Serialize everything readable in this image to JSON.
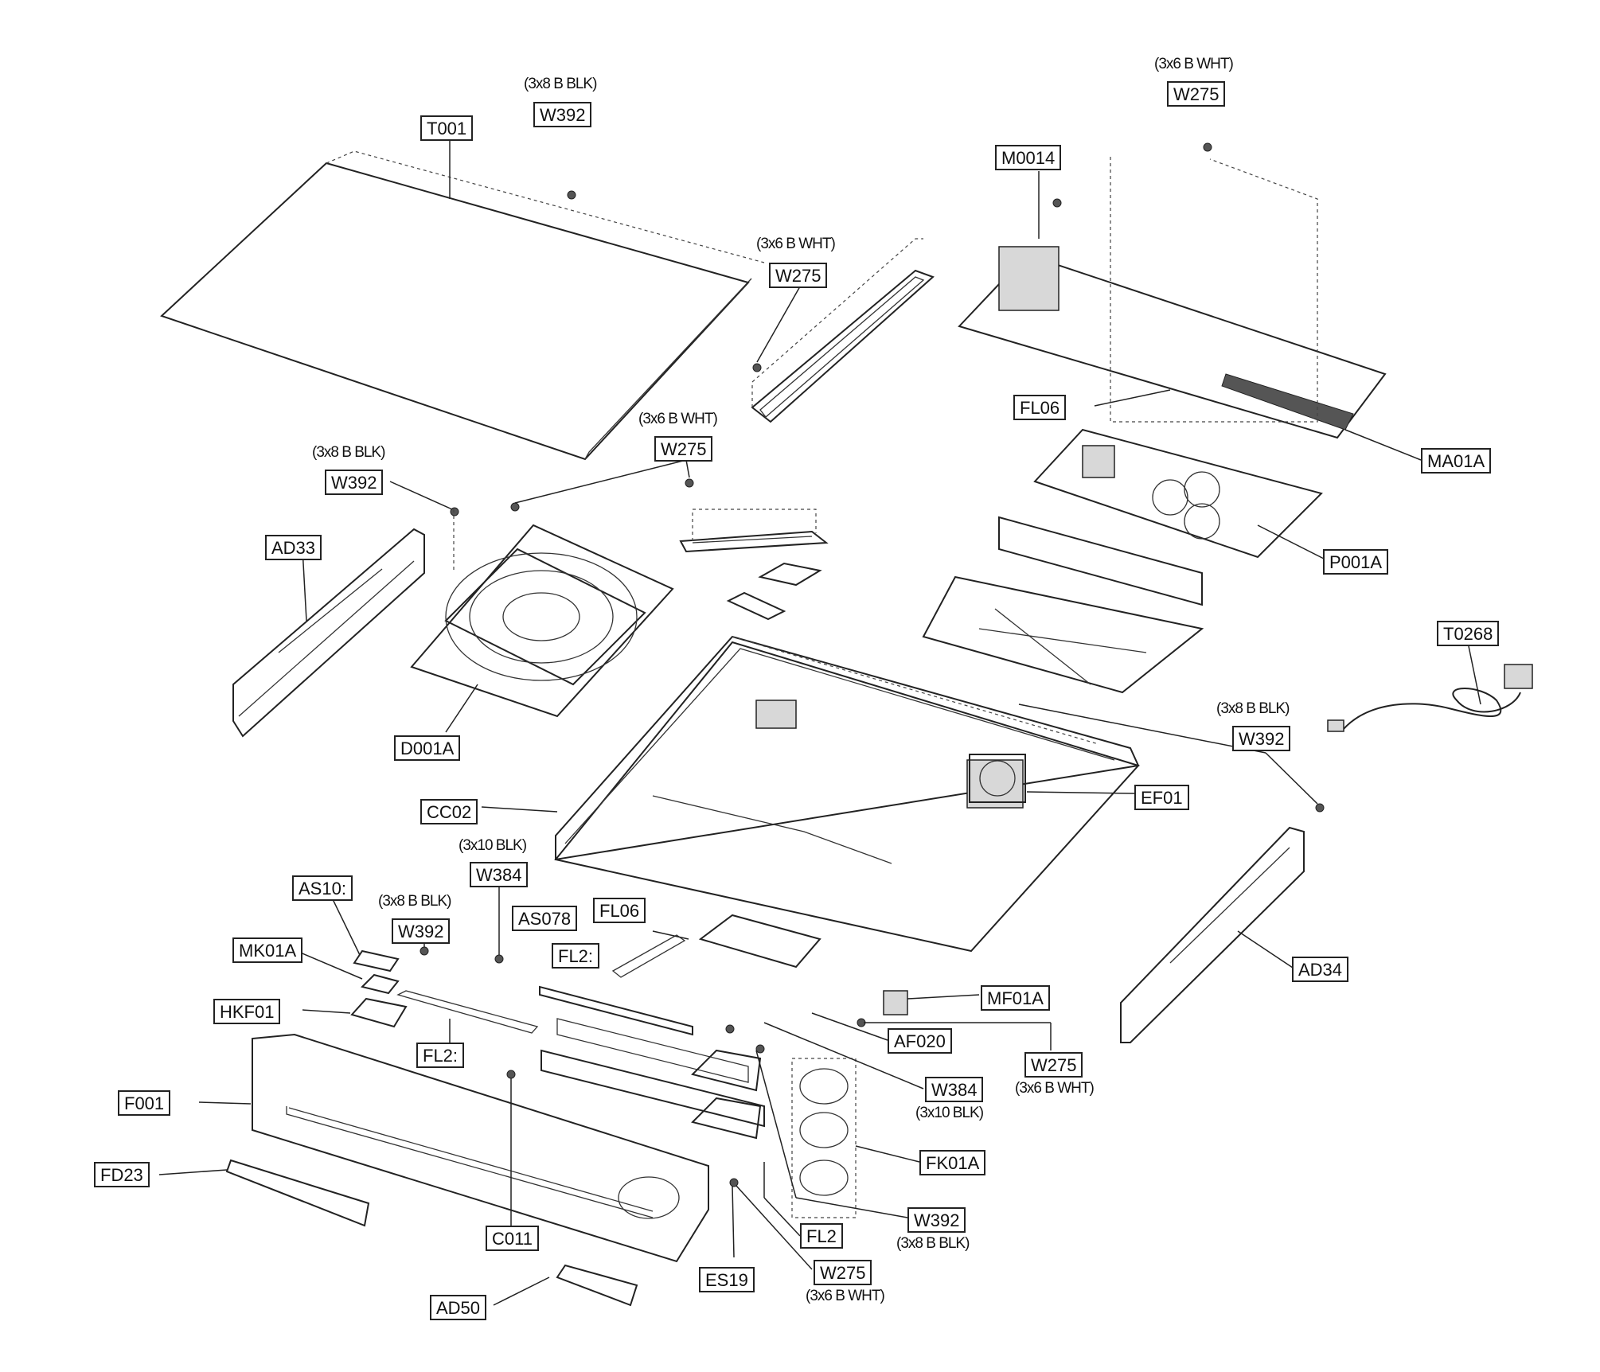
{
  "labels": {
    "T001": "T001",
    "W392_top": "W392",
    "W275_top_right": "W275",
    "M0014": "M0014",
    "W275_upper_mid": "W275",
    "FL06_right": "FL06",
    "MA01A": "MA01A",
    "W275_mid": "W275",
    "W392_left": "W392",
    "AD33": "AD33",
    "P001A": "P001A",
    "T0268": "T0268",
    "D001A": "D001A",
    "W392_right": "W392",
    "CC02": "CC02",
    "EF01": "EF01",
    "W384_top": "W384",
    "AS10": "AS10:",
    "W392_front_left": "W392",
    "AS078": "AS078",
    "FL06_front": "FL06",
    "MK01A": "MK01A",
    "FL2_upper": "FL2:",
    "HKF01": "HKF01",
    "MF01A": "MF01A",
    "AD34": "AD34",
    "AF020": "AF020",
    "FL2_mid": "FL2:",
    "W275_front_right": "W275",
    "F001": "F001",
    "W384_bottom": "W384",
    "FK01A": "FK01A",
    "FD23": "FD23",
    "W392_bottom": "W392",
    "C011": "C011",
    "FL2_bottom": "FL2",
    "W275_bottom": "W275",
    "ES19": "ES19",
    "AD50": "AD50"
  },
  "specs": {
    "W392_top": "(3x8 B BLK)",
    "W275_top_right": "(3x6 B WHT)",
    "W275_upper_mid": "(3x6 B WHT)",
    "W275_mid": "(3x6 B WHT)",
    "W392_left": "(3x8 B BLK)",
    "W392_right": "(3x8 B BLK)",
    "W384_top": "(3x10 BLK)",
    "W392_front_left": "(3x8 B BLK)",
    "W275_front_right": "(3x6 B WHT)",
    "W384_bottom": "(3x10 BLK)",
    "W392_bottom": "(3x8 B BLK)",
    "W275_bottom": "(3x6 B WHT)"
  }
}
